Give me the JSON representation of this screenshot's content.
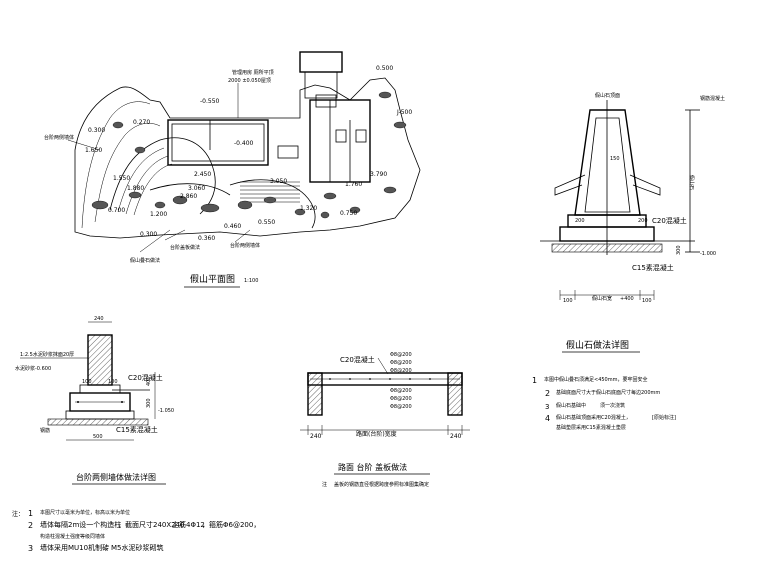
{
  "plan": {
    "title": "假山平面图",
    "scale": "1:100",
    "labels": {
      "steps_wall": "台阶两侧墙体",
      "pipe_note_1": "管理用房 厕所平顶",
      "pipe_note_2": "2000 ±0.050屋顶",
      "rock_a": "台阶两侧墙体",
      "rock_b": "假山叠石做法",
      "rock_c": "台阶盖板做法"
    },
    "elevations": [
      "-0.550",
      "0.300",
      "0.270",
      "1.650",
      "-0.400",
      "2.450",
      "3.060",
      "2.860",
      "3.050",
      "1.550",
      "1.880",
      "1.320",
      "1.200",
      "3.790",
      "0.300",
      "0.360",
      "0.460",
      "0.550",
      "0.750",
      "0.700",
      "J-500",
      "0.500",
      "1.760"
    ]
  },
  "rock_detail": {
    "title": "假山石做法详图",
    "labels": {
      "top": "假山石顶面",
      "concrete": "C20混凝土",
      "base": "C15素混凝土",
      "mid": "假山石",
      "side": "钢筋混凝土",
      "ground": "-1.000",
      "w150": "150",
      "w200a": "200",
      "w200b": "200",
      "w300": "300",
      "dim_left": "100",
      "dim_mid": "假山石宽",
      "dim_plus": "+400",
      "dim_right": "100"
    },
    "notes": {
      "n1_num": "1",
      "n1": "本图中假山叠石须满足<450mm，要牢固安全",
      "n2_num": "2",
      "n2": "基础底面尺寸大于假山石底面尺寸每边200mm",
      "n3_num": "3",
      "n3": "假山石基础中",
      "n3b": "须一次浇筑",
      "n4_num": "4",
      "n4": "假山石基础顶面采用C20混凝土，",
      "n4b": "[原始标注]",
      "n4c": "基础垫层采用C15素混凝土垫层"
    }
  },
  "wall_detail": {
    "title": "台阶两侧墙体做法详图",
    "labels": {
      "dim_top": "240",
      "mortar": "1:2.5水泥砂浆抹面20厚",
      "ref": "水泥砂浆-0.600",
      "concrete": "C20混凝土",
      "base": "C15素混凝土",
      "ground": "-1.050",
      "rebar": "钢筋",
      "d100a": "100",
      "d100b": "100",
      "d300": "300",
      "d400": "400",
      "w500": "500"
    }
  },
  "slab_detail": {
    "title": "路面 台阶 盖板做法",
    "labels": {
      "concrete": "C20混凝土",
      "r1": "Φ8@200",
      "r2": "Φ8@200",
      "r3": "Φ8@200",
      "r4": "Φ8@200",
      "r5": "Φ8@200",
      "r6": "Φ8@200",
      "d240a": "240",
      "d240b": "240",
      "span": "路面(台阶)宽度"
    },
    "note_label": "注",
    "note": "盖板的钢筋直径根据跨度参照标准图集确定"
  },
  "general_notes": {
    "label": "注：",
    "n1_num": "1",
    "n1": "本图尺寸以毫米为单位，标高以米为单位",
    "n2_num": "2",
    "n2a": "墙体每隔2m设一个构造柱",
    "n2b": "，截面尺寸240X240",
    "n2c": "主筋4Φ12",
    "n2d": "，箍筋Φ6@200，",
    "n2e": "构造柱混凝土强度等级同墙体",
    "n3_num": "3",
    "n3a": "墙体采用MU10机制砖",
    "n3b": "，M5水泥砂浆砌筑"
  }
}
